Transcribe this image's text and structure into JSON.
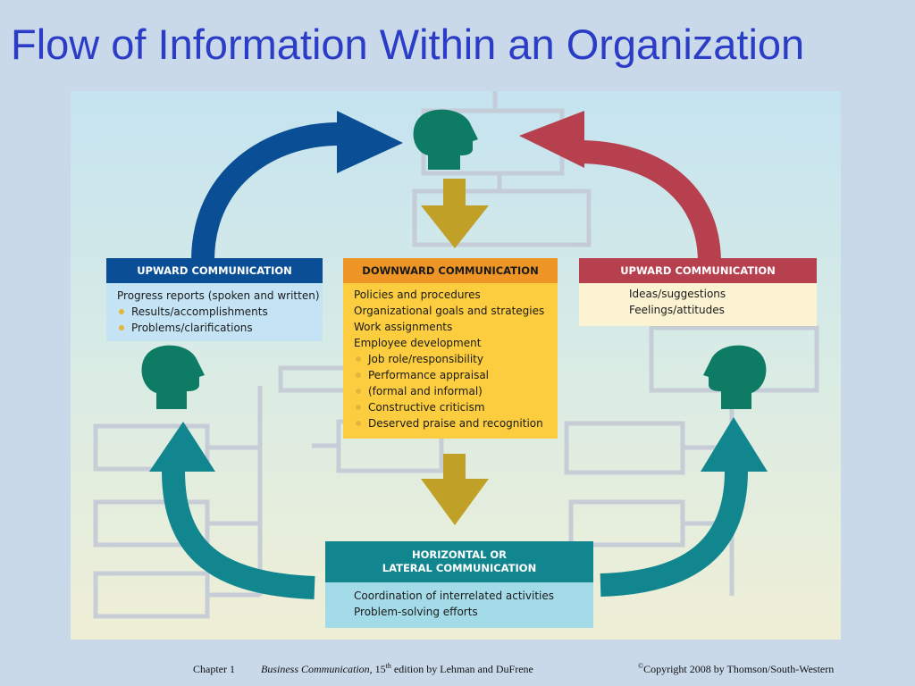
{
  "title": "Flow of Information Within an Organization",
  "colors": {
    "upward_left": "#0a4f95",
    "upward_right": "#b7404f",
    "downward": "#ee9526",
    "horizontal": "#12868f",
    "head": "#0e7b65",
    "down_arrow": "#c0a026"
  },
  "boxes": {
    "upward_left": {
      "header": "UPWARD COMMUNICATION",
      "lines": [
        {
          "text": "Progress reports (spoken and written)",
          "bullet": false
        },
        {
          "text": "Results/accomplishments",
          "bullet": true
        },
        {
          "text": "Problems/clarifications",
          "bullet": true
        }
      ]
    },
    "downward": {
      "header": "DOWNWARD COMMUNICATION",
      "lines": [
        {
          "text": "Policies and procedures",
          "bullet": false
        },
        {
          "text": "Organizational goals and strategies",
          "bullet": false
        },
        {
          "text": "Work assignments",
          "bullet": false
        },
        {
          "text": "Employee development",
          "bullet": false
        },
        {
          "text": "Job role/responsibility",
          "bullet": true
        },
        {
          "text": "Performance appraisal",
          "bullet": true
        },
        {
          "text": "(formal and informal)",
          "bullet": true
        },
        {
          "text": "Constructive criticism",
          "bullet": true
        },
        {
          "text": "Deserved praise and recognition",
          "bullet": true
        }
      ]
    },
    "upward_right": {
      "header": "UPWARD COMMUNICATION",
      "lines": [
        {
          "text": "Ideas/suggestions",
          "bullet": false
        },
        {
          "text": "Feelings/attitudes",
          "bullet": false
        }
      ]
    },
    "horizontal": {
      "header_line1": "HORIZONTAL OR",
      "header_line2": "LATERAL COMMUNICATION",
      "lines": [
        {
          "text": "Coordination of interrelated activities",
          "bullet": false
        },
        {
          "text": "Problem-solving efforts",
          "bullet": false
        }
      ]
    }
  },
  "footer": {
    "chapter": "Chapter 1",
    "book_title": "Business Communication",
    "edition_num": ", 15",
    "edition_sup": "th",
    "edition_rest": " edition by Lehman and DuFrene",
    "copyright_sym": "©",
    "copyright_text": "Copyright 2008 by Thomson/South-Western"
  }
}
